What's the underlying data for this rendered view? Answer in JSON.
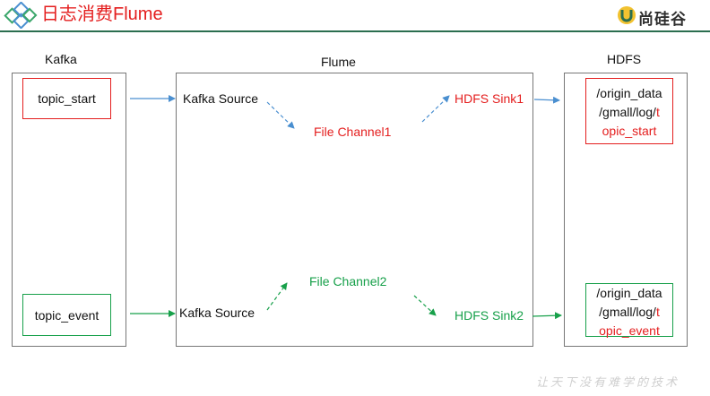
{
  "header": {
    "title": "日志消费Flume",
    "logo_text": "尚硅谷"
  },
  "groups": {
    "kafka": {
      "label": "Kafka"
    },
    "flume": {
      "label": "Flume"
    },
    "hdfs": {
      "label": "HDFS"
    }
  },
  "kafka_topics": {
    "start": "topic_start",
    "event": "topic_event"
  },
  "flume": {
    "source1": "Kafka Source",
    "source2": "Kafka Source",
    "channel1": "File Channel1",
    "channel2": "File Channel2",
    "sink1": "HDFS Sink1",
    "sink2": "HDFS Sink2"
  },
  "hdfs_paths": {
    "start": {
      "line1": "/origin_data",
      "line2a": "/gmall/log/",
      "line2b": "t",
      "line3": "opic_start"
    },
    "event": {
      "line1": "/origin_data",
      "line2a": "/gmall/log/",
      "line2b": "t",
      "line3": "opic_event"
    }
  },
  "footer": {
    "slogan": "让天下没有难学的技术"
  },
  "colors": {
    "red": "#e41e1e",
    "green": "#17a04a",
    "blue": "#4a8fd0",
    "header_rule": "#2b6e4f"
  }
}
